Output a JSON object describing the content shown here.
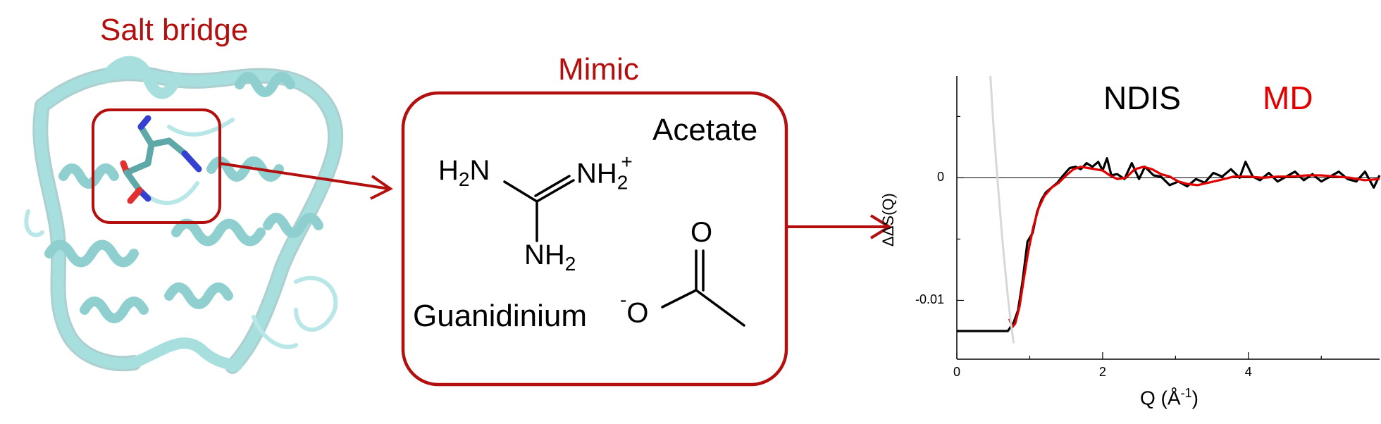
{
  "left_panel": {
    "title": "Salt bridge"
  },
  "middle_panel": {
    "title": "Mimic",
    "acetate_label": "Acetate",
    "guanidinium_label": "Guanidinium",
    "groups": {
      "h2n": "H",
      "h2n_sub": "2",
      "h2n_n": "N",
      "nh2plus_n": "NH",
      "nh2plus_sub": "2",
      "nh2plus_sup": "+",
      "nh2_n": "NH",
      "nh2_sub": "2",
      "o_top": "O",
      "o_minus_sup": "-",
      "o_minus": "O"
    }
  },
  "colors": {
    "accent": "#b30f0f",
    "ndis": "#000000",
    "md": "#e00000",
    "protein": "#a7dede",
    "stick_carbon": "#5fa8a8",
    "stick_nitrogen": "#3340d0",
    "stick_oxygen": "#e03030"
  },
  "chart_data": {
    "type": "line",
    "xlabel_main": "Q (Å",
    "xlabel_sup": "-1",
    "xlabel_end": ")",
    "ylabel": "ΔΔS(Q)",
    "xlim": [
      0,
      5.8
    ],
    "ylim": [
      -0.0148,
      0.0083
    ],
    "x_ticks": [
      0,
      2,
      4
    ],
    "x_tick_labels": [
      "0",
      "2",
      "4"
    ],
    "y_ticks": [
      0,
      -0.01
    ],
    "y_tick_labels": [
      "0",
      "-0.01"
    ],
    "zero_line": true,
    "legend": [
      "NDIS",
      "MD"
    ],
    "series": [
      {
        "name": "NDIS",
        "color": "#000000",
        "x": [
          0,
          0.3,
          0.55,
          0.7,
          0.78,
          0.84,
          0.9,
          0.97,
          1.04,
          1.1,
          1.16,
          1.22,
          1.3,
          1.38,
          1.46,
          1.55,
          1.63,
          1.7,
          1.78,
          1.86,
          1.94,
          2.0,
          2.06,
          2.12,
          2.2,
          2.3,
          2.4,
          2.5,
          2.58,
          2.7,
          2.8,
          2.92,
          3.04,
          3.16,
          3.28,
          3.4,
          3.52,
          3.64,
          3.76,
          3.88,
          3.96,
          4.06,
          4.16,
          4.28,
          4.4,
          4.52,
          4.64,
          4.76,
          4.88,
          5.0,
          5.12,
          5.24,
          5.36,
          5.48,
          5.6,
          5.72,
          5.8
        ],
        "y": [
          -0.0125,
          -0.0125,
          -0.0125,
          -0.0125,
          -0.0118,
          -0.0108,
          -0.0085,
          -0.0052,
          -0.0045,
          -0.0028,
          -0.0018,
          -0.0012,
          -0.0008,
          -0.0004,
          0.0002,
          0.0008,
          0.0009,
          0.0007,
          0.0012,
          0.0009,
          0.0013,
          0.0006,
          0.0016,
          0.0002,
          0.0003,
          -0.0001,
          0.0012,
          -0.0001,
          0.0009,
          0.0002,
          0.0001,
          -0.0006,
          -0.0003,
          -0.0007,
          -0.0001,
          -0.0004,
          0.0004,
          0.0001,
          0.0007,
          0.0,
          0.0013,
          0.0001,
          -0.0002,
          0.0004,
          -0.0003,
          0.0001,
          0.0005,
          -0.0002,
          0.0003,
          -0.0003,
          0.0001,
          0.0005,
          -0.0001,
          -0.0003,
          0.0005,
          -0.0008,
          0.0002
        ]
      },
      {
        "name": "MD",
        "color": "#e00000",
        "x": [
          0.72,
          0.76,
          0.8,
          0.86,
          0.92,
          0.98,
          1.05,
          1.12,
          1.2,
          1.3,
          1.4,
          1.5,
          1.6,
          1.7,
          1.8,
          1.9,
          2.0,
          2.1,
          2.2,
          2.32,
          2.44,
          2.56,
          2.68,
          2.8,
          2.92,
          3.04,
          3.16,
          3.3,
          3.45,
          3.6,
          3.8,
          4.0,
          4.2,
          4.4,
          4.6,
          4.8,
          5.0,
          5.2,
          5.4,
          5.6,
          5.8
        ],
        "y": [
          -0.0115,
          -0.0122,
          -0.0119,
          -0.0105,
          -0.0082,
          -0.006,
          -0.004,
          -0.0025,
          -0.0015,
          -0.0008,
          -0.0004,
          0.0002,
          0.0007,
          0.0009,
          0.0008,
          0.0007,
          0.0006,
          0.0002,
          -0.0001,
          0.0,
          0.0007,
          0.0009,
          0.0007,
          0.0003,
          0.0001,
          -0.0003,
          -0.0005,
          -0.0006,
          -0.0004,
          -0.0002,
          0.0001,
          0.0001,
          0.0,
          0.0001,
          0.0001,
          0.0002,
          0.0002,
          0.0001,
          0.0,
          -0.0002,
          -0.0001
        ]
      },
      {
        "name": "",
        "color": "#d8d8d8",
        "x": [
          0.46,
          0.5,
          0.54,
          0.58,
          0.62,
          0.66,
          0.7,
          0.74,
          0.78
        ],
        "y": [
          0.0083,
          0.0045,
          0.0012,
          -0.0018,
          -0.0047,
          -0.0073,
          -0.0097,
          -0.0118,
          -0.0135
        ]
      }
    ]
  }
}
